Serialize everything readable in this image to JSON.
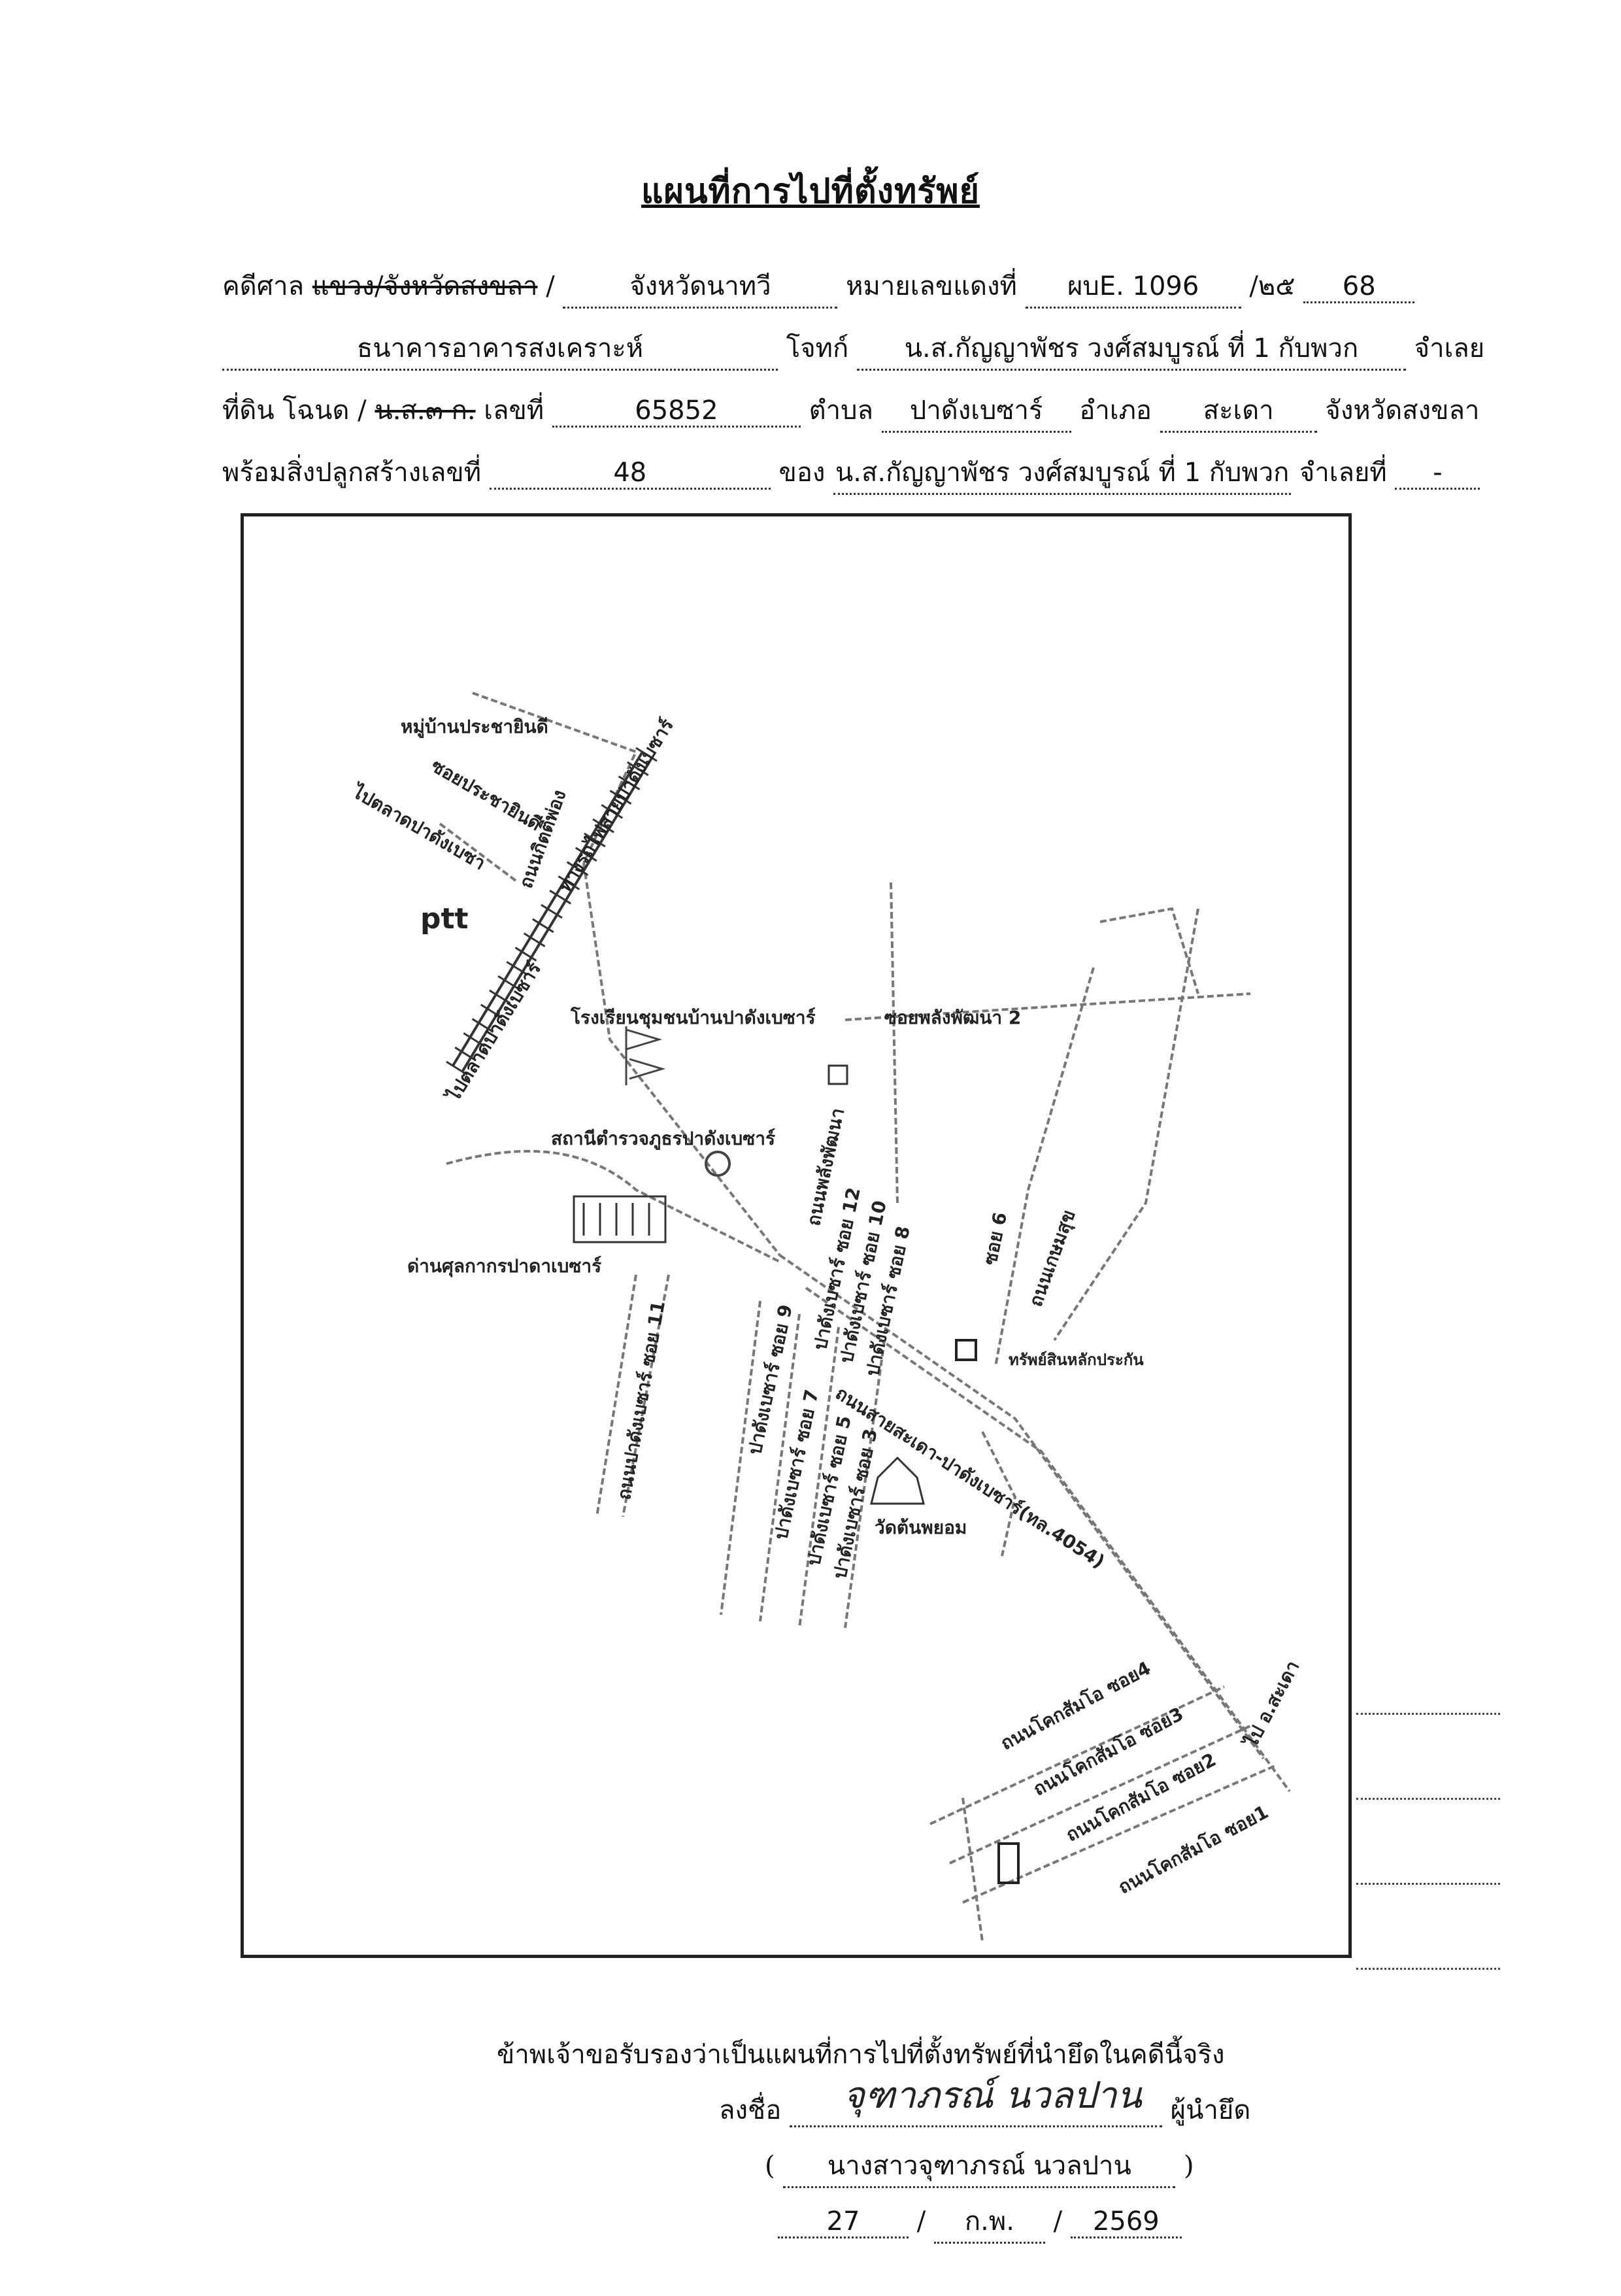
{
  "title": "แผนที่การไปที่ตั้งทรัพย์",
  "line1": {
    "court_label": "คดีศาล",
    "court_struck": "แขวง/จังหวัดสงขลา",
    "slash": "/",
    "court_value": "จังหวัดนาทวี",
    "case_label": "หมายเลขแดงที่",
    "case_no": "ผบE. 1096",
    "case_year_sep": "/๒๕",
    "case_year": "68"
  },
  "line2": {
    "plaintiff": "ธนาคารอาคารสงเคราะห์",
    "plaintiff_label": "โจทก์",
    "defendant": "น.ส.กัญญาพัชร วงศ์สมบูรณ์ ที่ 1 กับพวก",
    "defendant_label": "จำเลย"
  },
  "line3": {
    "land_label": "ที่ดิน โฉนด /",
    "land_struck": "น.ส.๓ ก.",
    "no_label": "เลขที่",
    "deed_no": "65852",
    "subdistrict_label": "ตำบล",
    "subdistrict": "ปาดังเบซาร์",
    "district_label": "อำเภอ",
    "district": "สะเดา",
    "province": "จังหวัดสงขลา"
  },
  "line4": {
    "building_label": "พร้อมสิ่งปลูกสร้างเลขที่",
    "building_no": "48",
    "owner_label": "ของ",
    "owner": "น.ส.กัญญาพัชร วงศ์สมบูรณ์ ที่ 1 กับพวก",
    "defendant_no_label": "จำเลยที่",
    "defendant_no": "-"
  },
  "map": {
    "labels": {
      "village": "หมู่บ้านประชายินดี",
      "soi_prachayindee": "ซอยประชายินดี",
      "to_market": "ไปตลาดปาดังเบซา",
      "ptt": "ptt",
      "rail": "ทางรถไฟสายปาดังเบซาร์",
      "road_kitti": "ถนนกิตติพ่อง",
      "to_market2": "ไปตลาดปาดังเบซาร์",
      "school": "โรงเรียนชุมชนบ้านปาดังเบซาร์",
      "police": "สถานีตำรวจภูธรปาดังเบซาร์",
      "customs": "ด่านศุลกากรปาดาเบซาร์",
      "soi_palang": "ซอยพลังพัฒนา 2",
      "road_palang": "ถนนพลังพัฒนา",
      "soi12": "ปาดังเบซาร์ ซอย 12",
      "soi10": "ปาดังเบซาร์ ซอย 10",
      "soi8": "ปาดังเบซาร์ ซอย 8",
      "soi11": "ถนนปาดังเบซาร์ ซอย 11",
      "soi9": "ปาดังเบซาร์ ซอย 9",
      "soi7": "ปาดังเบซาร์ ซอย 7",
      "soi5": "ปาดังเบซาร์ ซอย 5",
      "soi3": "ปาดังเบซาร์ ซอย 3",
      "soi6": "ซอย 6",
      "road_main": "ถนนสายสะเดา-ปาดังเบซาร์(ทล.4054)",
      "road_kasem": "ถนนเกษมสุข",
      "property": "ทรัพย์สินหลักประกัน",
      "temple": "วัดต้นพยอม",
      "kok_soi4": "ถนนโคกสัมโอ ซอย4",
      "kok_soi3": "ถนนโคกสัมโอ ซอย3",
      "kok_soi2": "ถนนโคกสัมโอ ซอย2",
      "kok_soi1": "ถนนโคกสัมโอ ซอย1",
      "to_sadao": "ไป อ.สะเดา"
    }
  },
  "certification": {
    "statement": "ข้าพเจ้าขอรับรองว่าเป็นแผนที่การไปที่ตั้งทรัพย์ที่นำยึดในคดีนี้จริง",
    "sign_label": "ลงชื่อ",
    "signature": "จุฑาภรณ์ นวลปาน",
    "role": "ผู้นำยึด",
    "paren_open": "(",
    "printed_name": "นางสาวจุฑาภรณ์ นวลปาน",
    "paren_close": ")",
    "date_day": "27",
    "date_month": "ก.พ.",
    "date_year": "2569",
    "date_sep": "/"
  }
}
